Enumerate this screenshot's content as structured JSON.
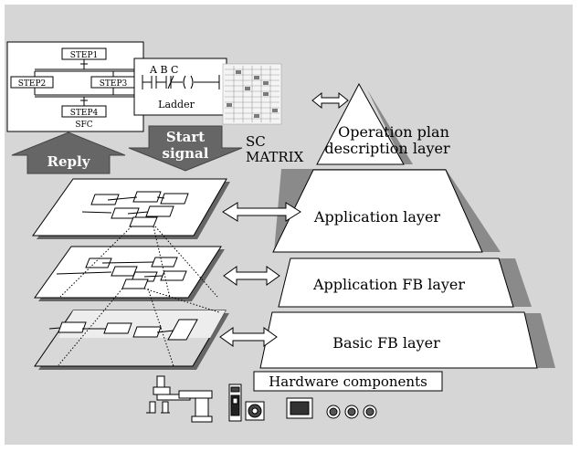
{
  "sfc": {
    "step1": "STEP1",
    "step2": "STEP2",
    "step3": "STEP3",
    "step4": "STEP4",
    "caption": "SFC"
  },
  "ladder": {
    "contacts": "A  B    C",
    "caption": "Ladder"
  },
  "sc_matrix": {
    "line1": "SC",
    "line2": "MATRIX"
  },
  "arrows": {
    "reply": "Reply",
    "start_line1": "Start",
    "start_line2": "signal"
  },
  "pyramid": {
    "top_line1": "Operation plan",
    "top_line2": "description layer",
    "application": "Application layer",
    "application_fb": "Application FB layer",
    "basic_fb": "Basic FB layer"
  },
  "hardware": {
    "label": "Hardware components"
  },
  "colors": {
    "background": "#d6d6d6",
    "layer_dark": "#555555",
    "arrow_dark": "#666666",
    "shadow": "#8a8a8a"
  }
}
